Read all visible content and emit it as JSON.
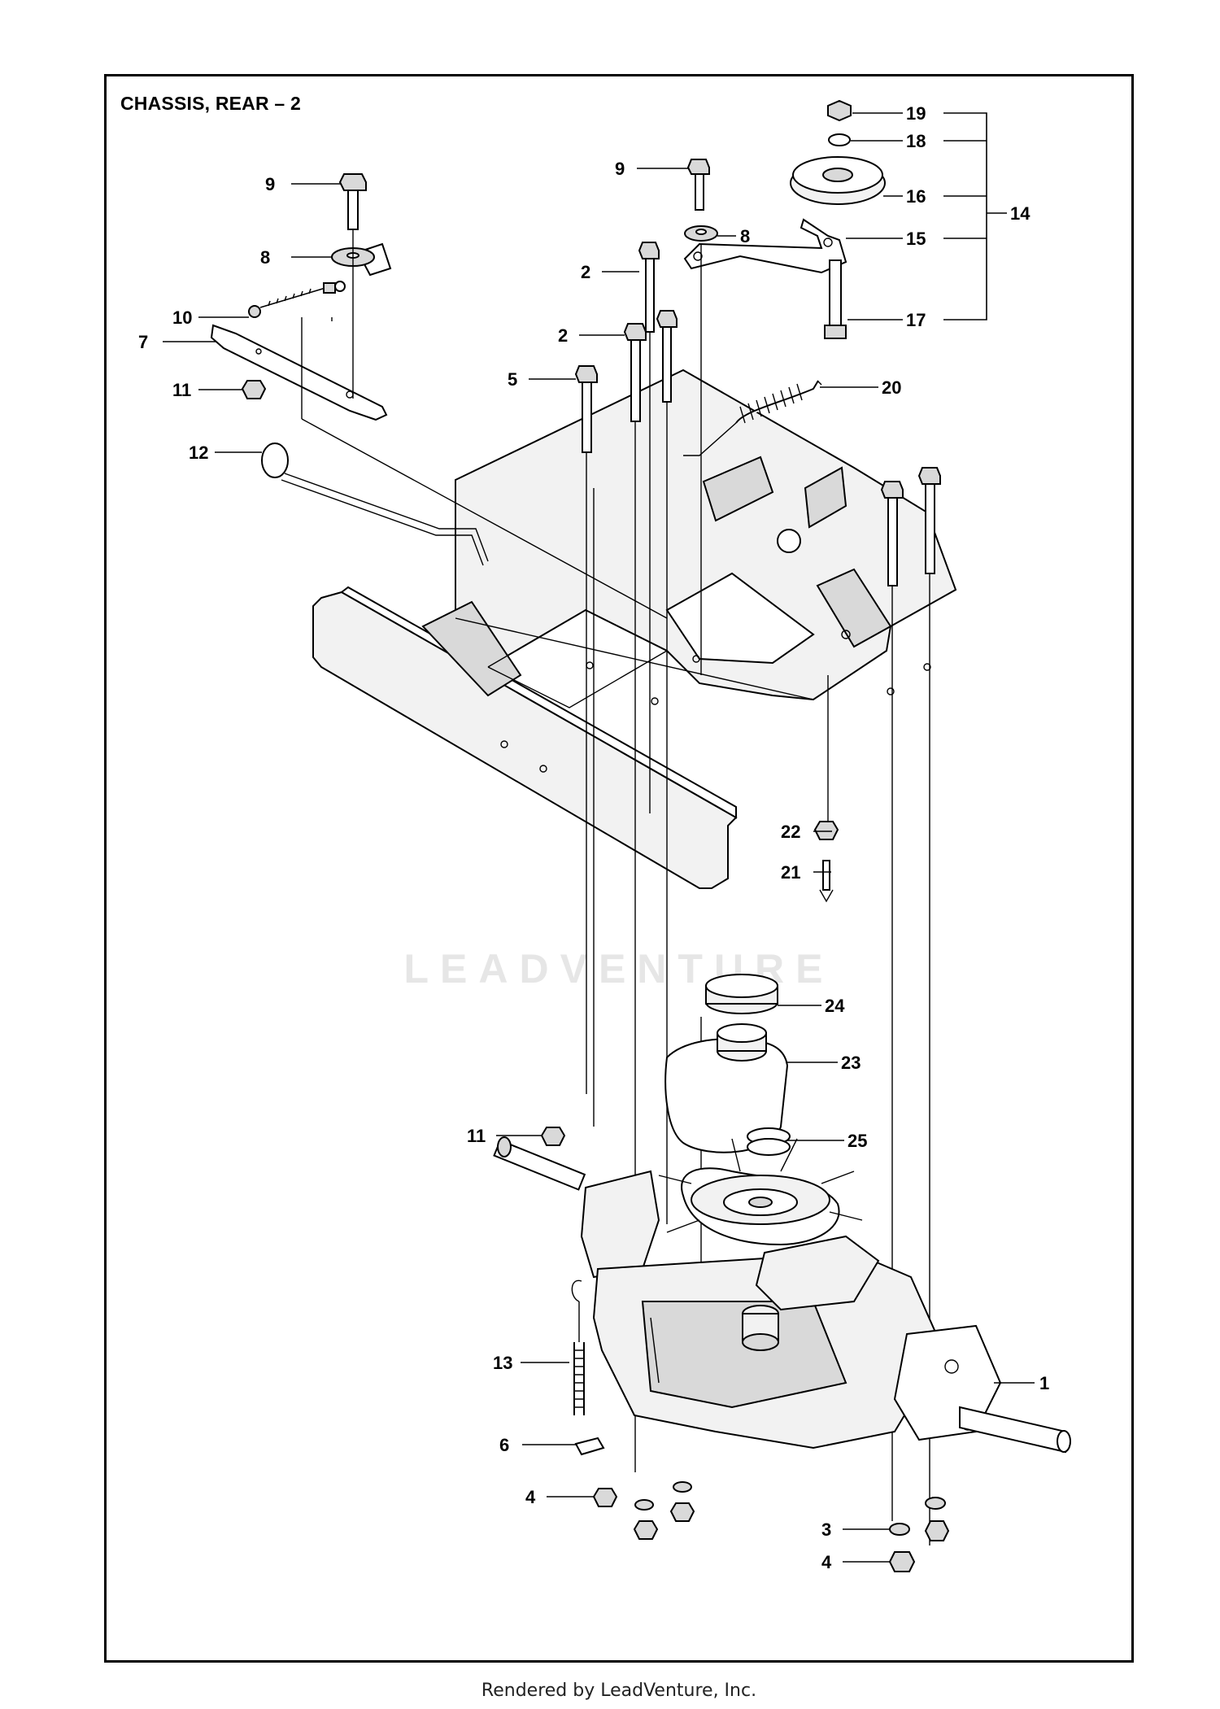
{
  "diagram": {
    "title": "CHASSIS, REAR – 2",
    "watermark": "LEADVENTURE",
    "footer": "Rendered by LeadVenture, Inc."
  },
  "callouts": [
    {
      "id": "c19",
      "label": "19"
    },
    {
      "id": "c18",
      "label": "18"
    },
    {
      "id": "c16",
      "label": "16"
    },
    {
      "id": "c14",
      "label": "14"
    },
    {
      "id": "c15",
      "label": "15"
    },
    {
      "id": "c17",
      "label": "17"
    },
    {
      "id": "c20",
      "label": "20"
    },
    {
      "id": "c9a",
      "label": "9"
    },
    {
      "id": "c8a",
      "label": "8"
    },
    {
      "id": "c10",
      "label": "10"
    },
    {
      "id": "c7",
      "label": "7"
    },
    {
      "id": "c11a",
      "label": "11"
    },
    {
      "id": "c12",
      "label": "12"
    },
    {
      "id": "c9b",
      "label": "9"
    },
    {
      "id": "c8b",
      "label": "8"
    },
    {
      "id": "c2a",
      "label": "2"
    },
    {
      "id": "c2b",
      "label": "2"
    },
    {
      "id": "c5",
      "label": "5"
    },
    {
      "id": "c22",
      "label": "22"
    },
    {
      "id": "c21",
      "label": "21"
    },
    {
      "id": "c24",
      "label": "24"
    },
    {
      "id": "c23",
      "label": "23"
    },
    {
      "id": "c11b",
      "label": "11"
    },
    {
      "id": "c25",
      "label": "25"
    },
    {
      "id": "c13",
      "label": "13"
    },
    {
      "id": "c1",
      "label": "1"
    },
    {
      "id": "c6",
      "label": "6"
    },
    {
      "id": "c4a",
      "label": "4"
    },
    {
      "id": "c3",
      "label": "3"
    },
    {
      "id": "c4b",
      "label": "4"
    }
  ]
}
